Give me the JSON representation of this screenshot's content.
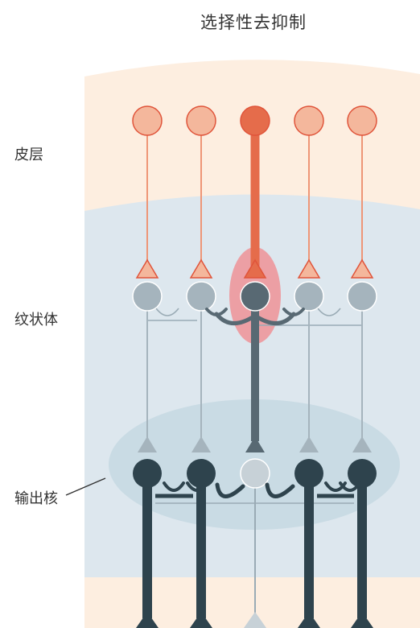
{
  "title": "选择性去抑制",
  "regions": {
    "cortex": "皮层",
    "striatum": "纹状体",
    "output_nuclei": "输出核"
  },
  "channels": 5,
  "selected_channel": 3,
  "colors": {
    "cortex_band": "#fdeee0",
    "striatum_band": "#dde7ee",
    "output_band": "#c9dbe4",
    "highlight": "#ef8a8f",
    "cortex_neuron": "#f4b79c",
    "cortex_neuron_stroke": "#e0543a",
    "cortex_axon": "#ee9677",
    "cortex_active": "#e56c4b",
    "striatal_neuron": "#a5b4bd",
    "striatal_active": "#586973",
    "output_active": "#2e434d",
    "output_inhibited": "#c7d1d7",
    "inhibitory_terminal": "#9aabb5"
  }
}
